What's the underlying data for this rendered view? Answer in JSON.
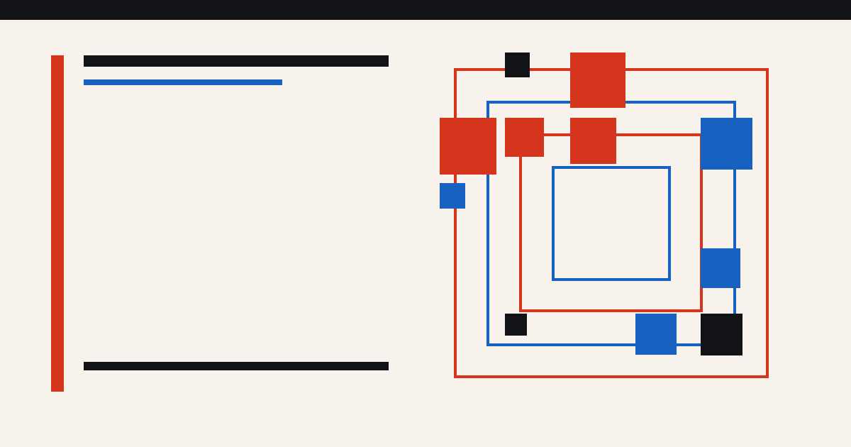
{
  "colors": {
    "background": "#f7f3ec",
    "ink": "#121316",
    "red": "#d4351c",
    "blue": "#1762c0"
  },
  "artwork": {
    "frames": [
      {
        "name": "frame-outer-red",
        "color": "red"
      },
      {
        "name": "frame-second-blue",
        "color": "blue"
      },
      {
        "name": "frame-third-red",
        "color": "red"
      },
      {
        "name": "frame-inner-blue",
        "color": "blue"
      }
    ],
    "blocks": [
      {
        "name": "block-black-top",
        "color": "ink"
      },
      {
        "name": "block-red-top",
        "color": "red"
      },
      {
        "name": "block-red-left",
        "color": "red"
      },
      {
        "name": "block-red-small",
        "color": "red"
      },
      {
        "name": "block-red-mid",
        "color": "red"
      },
      {
        "name": "block-blue-right-top",
        "color": "blue"
      },
      {
        "name": "block-blue-left",
        "color": "blue"
      },
      {
        "name": "block-blue-right-mid",
        "color": "blue"
      },
      {
        "name": "block-black-bottom-left",
        "color": "ink"
      },
      {
        "name": "block-blue-bottom",
        "color": "blue"
      },
      {
        "name": "block-black-bottom-right",
        "color": "ink"
      }
    ]
  }
}
